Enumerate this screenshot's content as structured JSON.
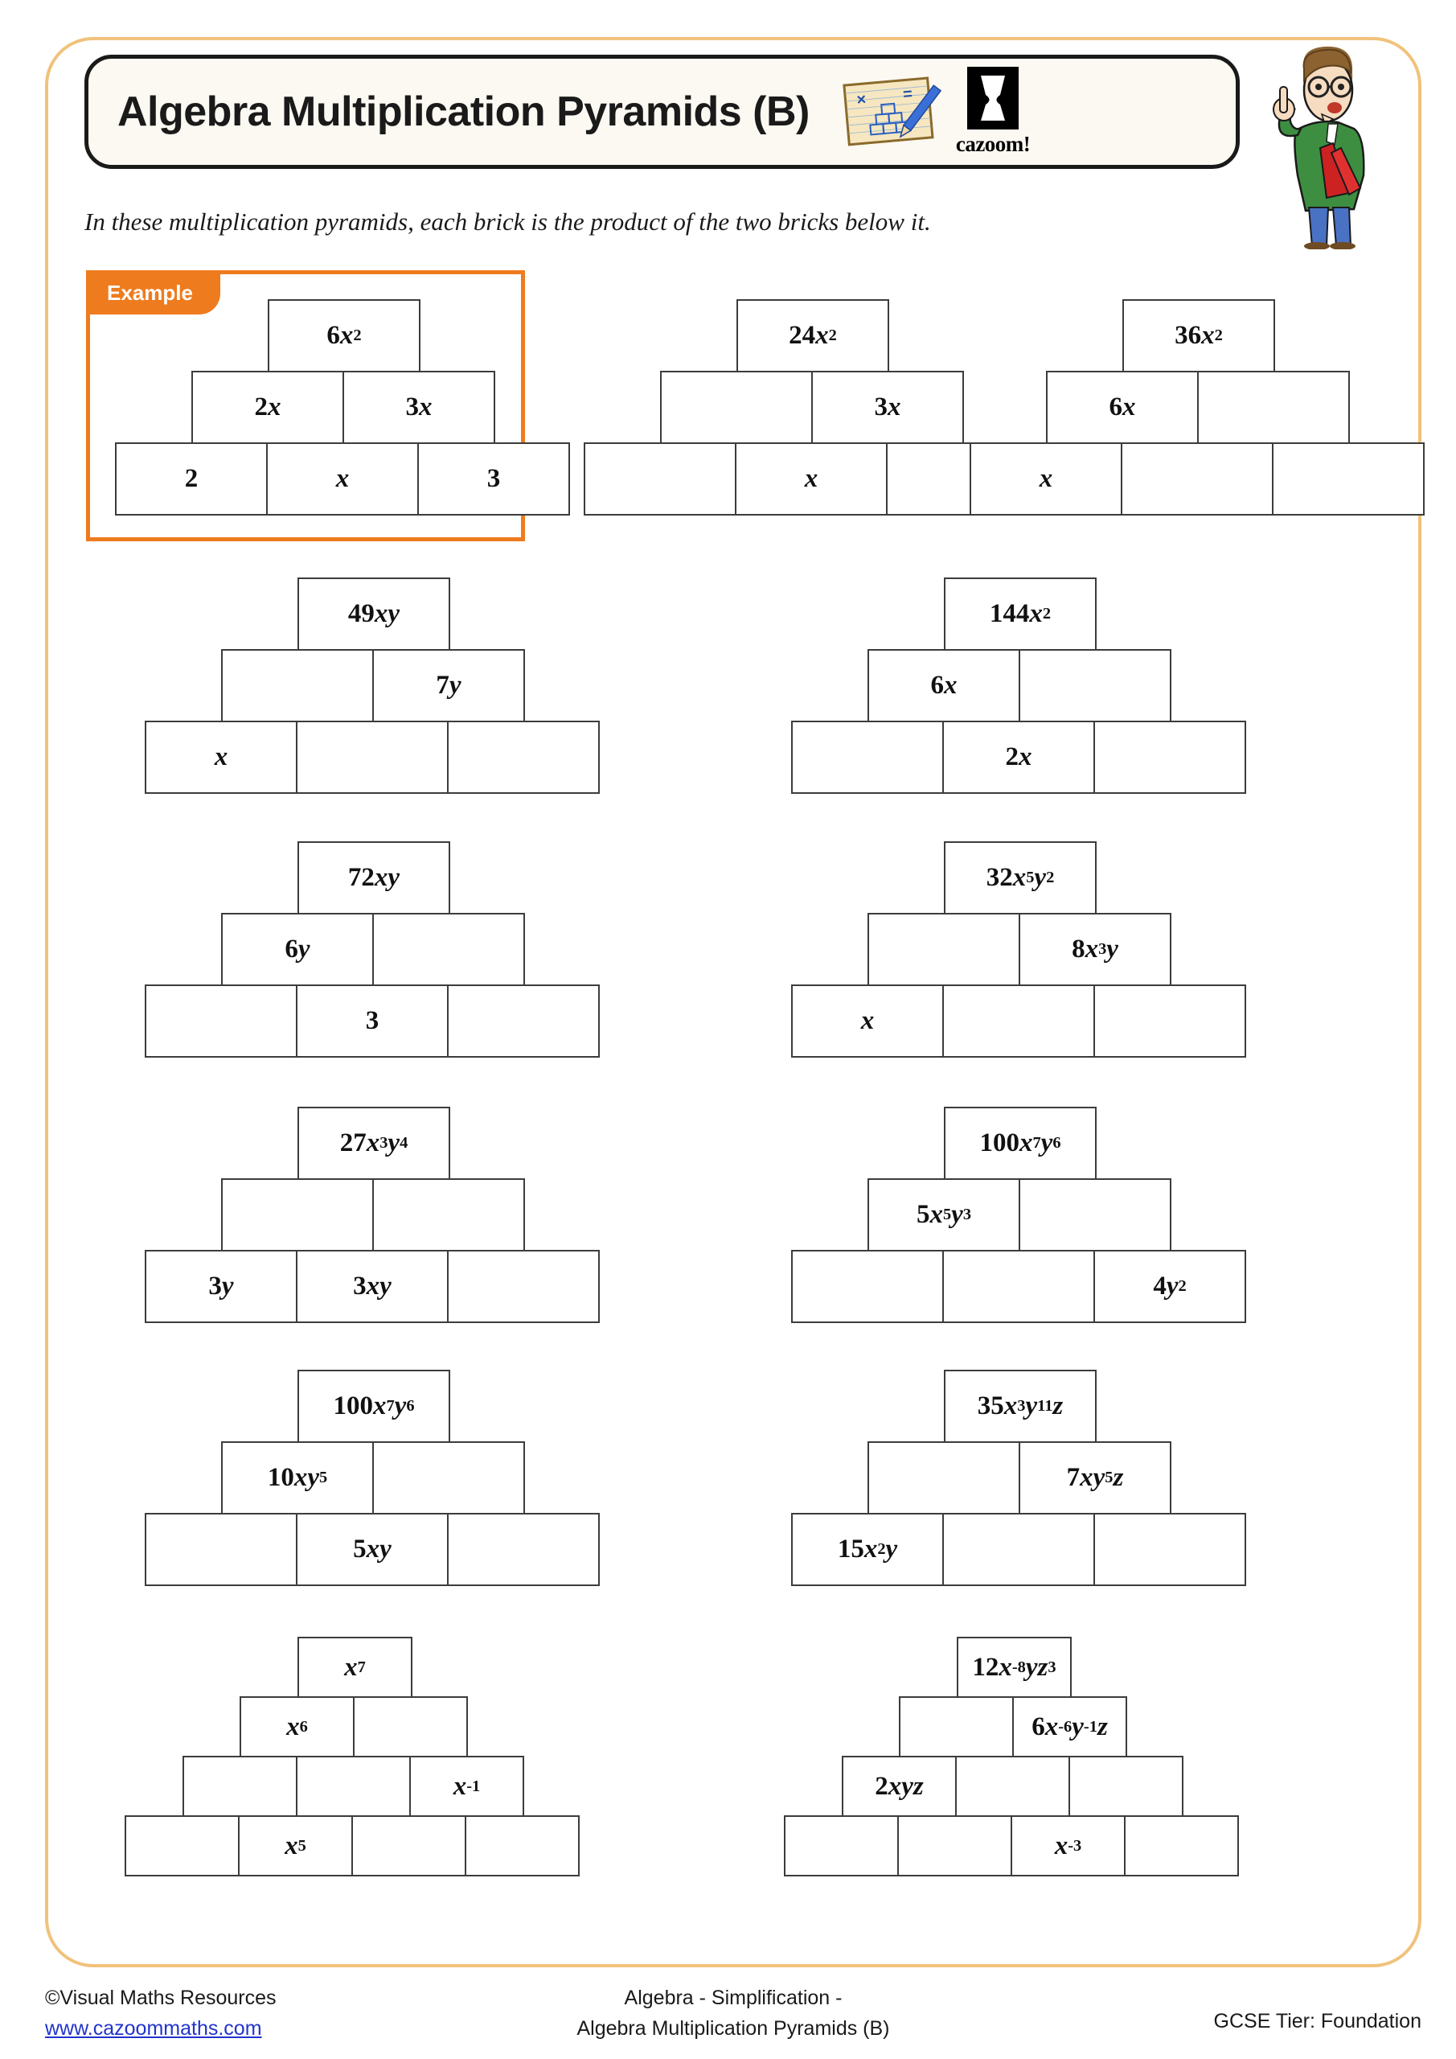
{
  "header": {
    "title": "Algebra Multiplication Pyramids (B)",
    "logo_word": "cazoom!",
    "notepad_icon": "notepad-with-pencil-icon",
    "mascot_icon": "teacher-character-icon"
  },
  "instruction": "In these multiplication pyramids, each brick is the product of the two bricks below it.",
  "example": {
    "label": "Example",
    "accent_color": "#EE7B1E"
  },
  "colors": {
    "page_border": "#F0C27B",
    "accent_orange": "#EE7B1E",
    "brick_border": "#3c3c3c",
    "link_blue": "#2233cc"
  },
  "pyramids": [
    {
      "id": "example-pyramid",
      "rows": 3,
      "bricks": [
        [
          "6x²"
        ],
        [
          "2x",
          "3x"
        ],
        [
          "2",
          "x",
          "3"
        ]
      ]
    },
    {
      "id": "pyramid-1",
      "rows": 3,
      "bricks": [
        [
          "24x²"
        ],
        [
          "",
          "3x"
        ],
        [
          "",
          "x",
          ""
        ]
      ]
    },
    {
      "id": "pyramid-2",
      "rows": 3,
      "bricks": [
        [
          "36x²"
        ],
        [
          "6x",
          ""
        ],
        [
          "x",
          "",
          ""
        ]
      ]
    },
    {
      "id": "pyramid-3",
      "rows": 3,
      "bricks": [
        [
          "49xy"
        ],
        [
          "",
          "7y"
        ],
        [
          "x",
          "",
          ""
        ]
      ]
    },
    {
      "id": "pyramid-4",
      "rows": 3,
      "bricks": [
        [
          "144x²"
        ],
        [
          "6x",
          ""
        ],
        [
          "",
          "2x",
          ""
        ]
      ]
    },
    {
      "id": "pyramid-5",
      "rows": 3,
      "bricks": [
        [
          "72xy"
        ],
        [
          "6y",
          ""
        ],
        [
          "",
          "3",
          ""
        ]
      ]
    },
    {
      "id": "pyramid-6",
      "rows": 3,
      "bricks": [
        [
          "32x⁵y²"
        ],
        [
          "",
          "8x³y"
        ],
        [
          "x",
          "",
          ""
        ]
      ]
    },
    {
      "id": "pyramid-7",
      "rows": 3,
      "bricks": [
        [
          "27x³y⁴"
        ],
        [
          "",
          ""
        ],
        [
          "3y",
          "3xy",
          ""
        ]
      ]
    },
    {
      "id": "pyramid-8",
      "rows": 3,
      "bricks": [
        [
          "100x⁷y⁶"
        ],
        [
          "5x⁵y³",
          ""
        ],
        [
          "",
          "",
          "4y²"
        ]
      ]
    },
    {
      "id": "pyramid-9",
      "rows": 3,
      "bricks": [
        [
          "100x⁷y⁶"
        ],
        [
          "10xy⁵",
          ""
        ],
        [
          "",
          "5xy",
          ""
        ]
      ]
    },
    {
      "id": "pyramid-10",
      "rows": 3,
      "bricks": [
        [
          "35x³y¹¹z"
        ],
        [
          "",
          "7xy⁵z"
        ],
        [
          "15x²y",
          "",
          ""
        ]
      ]
    },
    {
      "id": "pyramid-11",
      "rows": 4,
      "bricks": [
        [
          "x⁷"
        ],
        [
          "x⁶",
          ""
        ],
        [
          "",
          "",
          "x⁻¹"
        ],
        [
          "",
          "x⁵",
          "",
          ""
        ]
      ]
    },
    {
      "id": "pyramid-12",
      "rows": 4,
      "bricks": [
        [
          "12x⁻⁸yz³"
        ],
        [
          "",
          "6x⁻⁶y⁻¹z"
        ],
        [
          "2xyz",
          "",
          ""
        ],
        [
          "",
          "",
          "x⁻³",
          ""
        ]
      ]
    }
  ],
  "footer": {
    "copyright": "©Visual Maths Resources",
    "website": "www.cazoommaths.com",
    "center_line1": "Algebra - Simplification -",
    "center_line2": "Algebra Multiplication Pyramids (B)",
    "tier": "GCSE Tier: Foundation"
  }
}
